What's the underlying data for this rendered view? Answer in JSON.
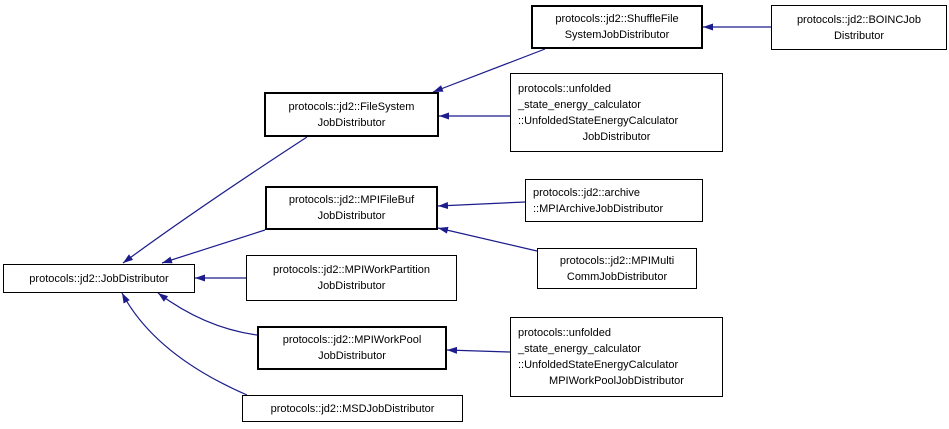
{
  "diagram": {
    "type": "class-inheritance-graph",
    "colors": {
      "arrow": "#1c1c8c",
      "node_border": "#000000",
      "node_fill": "#ffffff",
      "background": "#ffffff"
    },
    "nodes": [
      {
        "id": "jobdistributor",
        "lines": [
          "protocols::jd2::JobDistributor"
        ]
      },
      {
        "id": "filesystem",
        "lines": [
          "protocols::jd2::FileSystem",
          "JobDistributor"
        ]
      },
      {
        "id": "mpifilebuf",
        "lines": [
          "protocols::jd2::MPIFileBuf",
          "JobDistributor"
        ]
      },
      {
        "id": "mpiworkpartition",
        "lines": [
          "protocols::jd2::MPIWorkPartition",
          "JobDistributor"
        ]
      },
      {
        "id": "mpiworkpool",
        "lines": [
          "protocols::jd2::MPIWorkPool",
          "JobDistributor"
        ]
      },
      {
        "id": "msd",
        "lines": [
          "protocols::jd2::MSDJobDistributor"
        ]
      },
      {
        "id": "shuffle",
        "lines": [
          "protocols::jd2::ShuffleFile",
          "SystemJobDistributor"
        ]
      },
      {
        "id": "boinc",
        "lines": [
          "protocols::jd2::BOINCJob",
          "Distributor"
        ]
      },
      {
        "id": "unfoldedjd",
        "lines": [
          "protocols::unfolded",
          "_state_energy_calculator",
          "::UnfoldedStateEnergyCalculator",
          "JobDistributor"
        ]
      },
      {
        "id": "archive",
        "lines": [
          "protocols::jd2::archive",
          "::MPIArchiveJobDistributor"
        ]
      },
      {
        "id": "mpimulti",
        "lines": [
          "protocols::jd2::MPIMulti",
          "CommJobDistributor"
        ]
      },
      {
        "id": "unfoldedwp",
        "lines": [
          "protocols::unfolded",
          "_state_energy_calculator",
          "::UnfoldedStateEnergyCalculator",
          "MPIWorkPoolJobDistributor"
        ]
      }
    ],
    "edges": [
      {
        "from": "protocols::jd2::BOINCJobDistributor",
        "to": "protocols::jd2::ShuffleFileSystemJobDistributor"
      },
      {
        "from": "protocols::jd2::ShuffleFileSystemJobDistributor",
        "to": "protocols::jd2::FileSystemJobDistributor"
      },
      {
        "from": "protocols::unfolded_state_energy_calculator::UnfoldedStateEnergyCalculatorJobDistributor",
        "to": "protocols::jd2::FileSystemJobDistributor"
      },
      {
        "from": "protocols::jd2::archive::MPIArchiveJobDistributor",
        "to": "protocols::jd2::MPIFileBufJobDistributor"
      },
      {
        "from": "protocols::jd2::MPIMultiCommJobDistributor",
        "to": "protocols::jd2::MPIFileBufJobDistributor"
      },
      {
        "from": "protocols::jd2::FileSystemJobDistributor",
        "to": "protocols::jd2::JobDistributor"
      },
      {
        "from": "protocols::jd2::MPIFileBufJobDistributor",
        "to": "protocols::jd2::JobDistributor"
      },
      {
        "from": "protocols::jd2::MPIWorkPartitionJobDistributor",
        "to": "protocols::jd2::JobDistributor"
      },
      {
        "from": "protocols::jd2::MPIWorkPoolJobDistributor",
        "to": "protocols::jd2::JobDistributor"
      },
      {
        "from": "protocols::jd2::MSDJobDistributor",
        "to": "protocols::jd2::JobDistributor"
      },
      {
        "from": "protocols::unfolded_state_energy_calculator::UnfoldedStateEnergyCalculatorMPIWorkPoolJobDistributor",
        "to": "protocols::jd2::MPIWorkPoolJobDistributor"
      }
    ]
  }
}
